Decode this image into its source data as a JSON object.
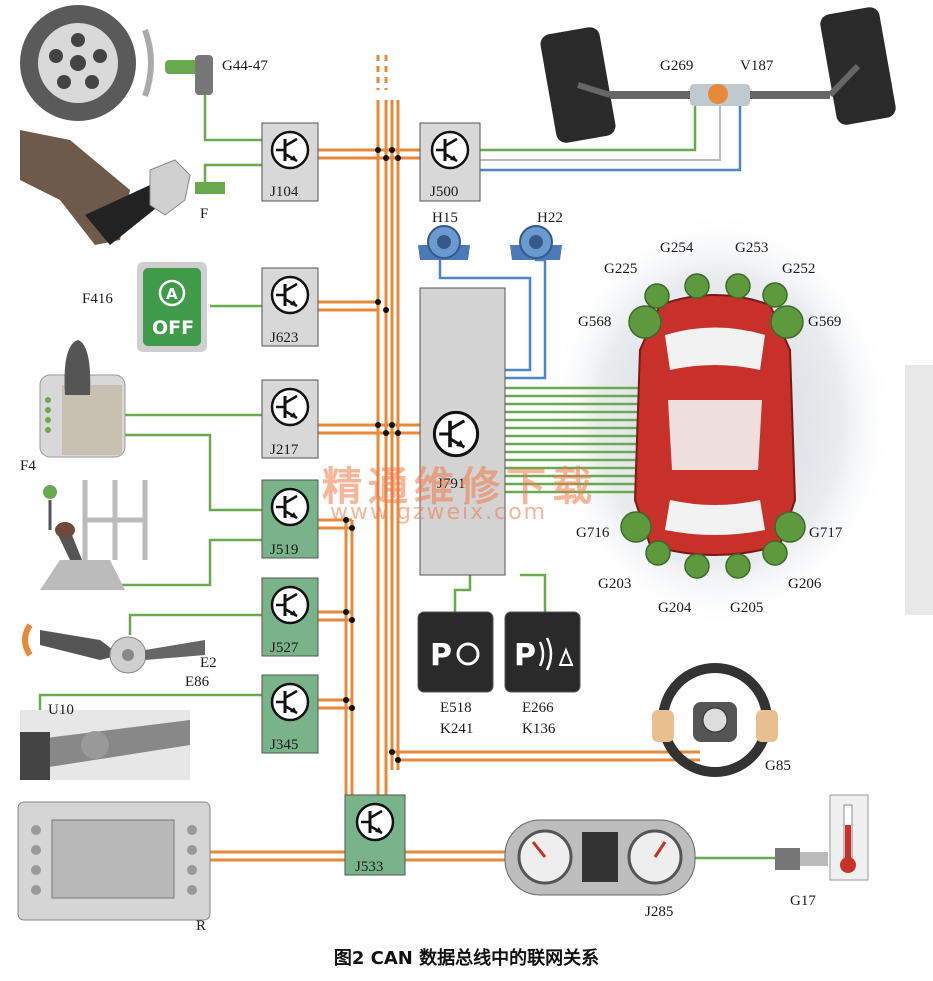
{
  "diagram": {
    "caption": "图2 CAN 数据总线中的联网关系",
    "watermark": {
      "title": "精通维修下载",
      "url": "www.gzweix.com"
    },
    "colors": {
      "can_bus": "#e8893a",
      "sensor_line": "#6aaa4e",
      "signal_line": "#4a86c8",
      "parking_sensor": "#5d9a3e",
      "car_body": "#c8312a",
      "ecu_gray": "#d8d8d8",
      "ecu_green": "#79b38a"
    },
    "modules": {
      "J104": "J104",
      "J500": "J500",
      "J623": "J623",
      "J217": "J217",
      "J519": "J519",
      "J527": "J527",
      "J345": "J345",
      "J533": "J533",
      "J791": "J791",
      "J285": "J285"
    },
    "components": {
      "G44_47": "G44-47",
      "F": "F",
      "F416": "F416",
      "F4": "F4",
      "E2": "E2",
      "E86": "E86",
      "U10": "U10",
      "R": "R",
      "G269": "G269",
      "V187": "V187",
      "H15": "H15",
      "H22": "H22",
      "E518": "E518",
      "K241": "K241",
      "E266": "E266",
      "K136": "K136",
      "G85": "G85",
      "G17": "G17"
    },
    "parking_sensors": {
      "G225": "G225",
      "G254": "G254",
      "G253": "G253",
      "G252": "G252",
      "G568": "G568",
      "G569": "G569",
      "G716": "G716",
      "G717": "G717",
      "G203": "G203",
      "G204": "G204",
      "G205": "G205",
      "G206": "G206"
    },
    "button_texts": {
      "f416_symbol": "A",
      "f416_label": "OFF"
    },
    "icons": {
      "ecu": "transistor-symbol-icon",
      "wheel": "wheel-icon",
      "pedal": "brake-pedal-icon",
      "gear": "gear-selector-icon",
      "steering": "steering-wheel-icon",
      "radio": "radio-navigation-icon",
      "instrument": "instrument-cluster-icon",
      "thermometer": "thermometer-icon",
      "park_assist": "park-assist-icon",
      "park_distance": "park-distance-icon"
    }
  }
}
